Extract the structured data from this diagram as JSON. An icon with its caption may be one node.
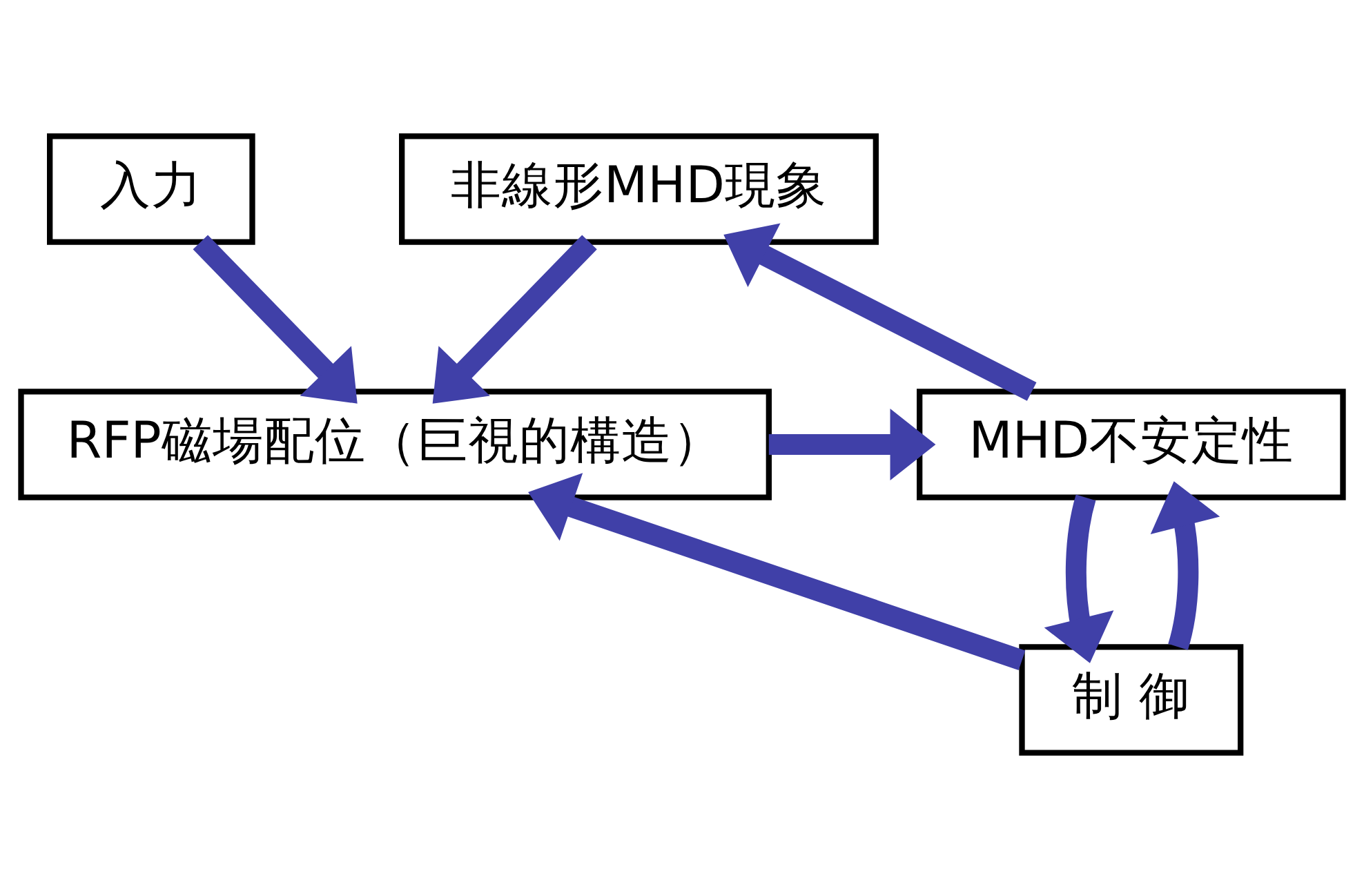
{
  "diagram": {
    "nodes": [
      {
        "text": [
          "入力"
        ]
      },
      {
        "text": [
          "非線形MHD現象"
        ]
      },
      {
        "text": [
          "RFP磁場配位（巨視的構造）"
        ]
      },
      {
        "text": [
          "MHD不安定性"
        ]
      },
      {
        "text": [
          "制 御"
        ]
      }
    ],
    "edges": [
      {
        "from": 0,
        "to": 2,
        "arrow": "to"
      },
      {
        "from": 1,
        "to": 2,
        "arrow": "to"
      },
      {
        "from": 2,
        "to": 3,
        "arrow": "to"
      },
      {
        "from": 3,
        "to": 1,
        "arrow": "to"
      },
      {
        "from": 4,
        "to": 2,
        "arrow": "to"
      },
      {
        "from": 4,
        "to": 3,
        "arrow": "to"
      },
      {
        "from": 3,
        "to": 4,
        "arrow": "to"
      }
    ]
  }
}
